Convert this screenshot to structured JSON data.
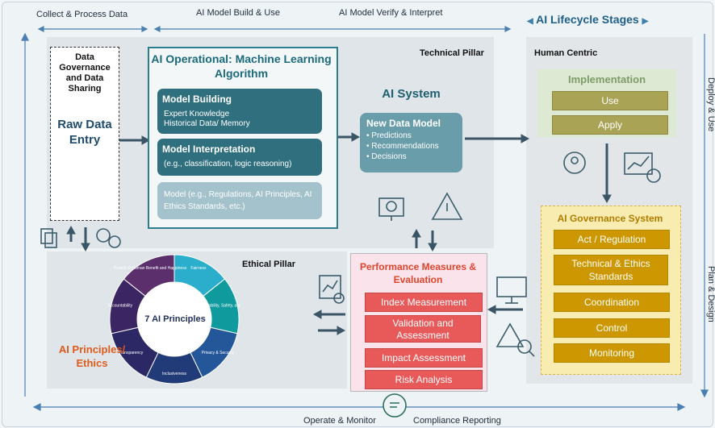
{
  "header": {
    "collect": "Collect & Process Data",
    "build": "AI Model Build & Use",
    "verify": "AI Model Verify & Interpret",
    "lifecycle": "AI Lifecycle Stages"
  },
  "side": {
    "deploy": "Deploy & Use",
    "plan": "Plan & Design"
  },
  "footer": {
    "operate": "Operate & Monitor",
    "compliance": "Compliance Reporting"
  },
  "pillars": {
    "technical": "Technical Pillar",
    "human": "Human Centric",
    "ethical": "Ethical Pillar"
  },
  "governance": {
    "title": "Data Governance and Data Sharing",
    "raw": "Raw Data Entry"
  },
  "ml": {
    "title": "AI Operational: Machine Learning Algorithm",
    "building_title": "Model Building",
    "building_sub": "Expert Knowledge\nHistorical Data/ Memory",
    "interp_title": "Model Interpretation",
    "interp_sub": "(e.g., classification, logic reasoning)",
    "model_text": "Model (e.g., Regulations, AI Principles, AI Ethics Standards, etc.)"
  },
  "ai_system": {
    "title": "AI System",
    "card_title": "New Data Model",
    "items": [
      "Predictions",
      "Recommendations",
      "Decisions"
    ]
  },
  "implementation": {
    "title": "Implementation",
    "items": [
      "Use",
      "Apply"
    ]
  },
  "ai_governance": {
    "title": "AI Governance System",
    "items": [
      "Act / Regulation",
      "Technical & Ethics Standards",
      "Coordination",
      "Control",
      "Monitoring"
    ]
  },
  "performance": {
    "title": "Performance Measures & Evaluation",
    "items": [
      "Index Measurement",
      "Validation and Assessment",
      "Impact Assessment",
      "Risk Analysis"
    ]
  },
  "principles": {
    "center": "7 AI Principles",
    "label": "AI Principles/ Ethics",
    "segments": [
      {
        "label": "Fairness",
        "color": "#2aaecb"
      },
      {
        "label": "Reliability, Safety, and Control",
        "color": "#0f9a9e"
      },
      {
        "label": "Privacy & Security",
        "color": "#24579a"
      },
      {
        "label": "Inclusiveness",
        "color": "#213a78"
      },
      {
        "label": "Transparency",
        "color": "#2c2866"
      },
      {
        "label": "Accountability",
        "color": "#3c2563"
      },
      {
        "label": "Pursuit of Human Benefit and Happiness",
        "color": "#5a2f6b"
      }
    ]
  }
}
